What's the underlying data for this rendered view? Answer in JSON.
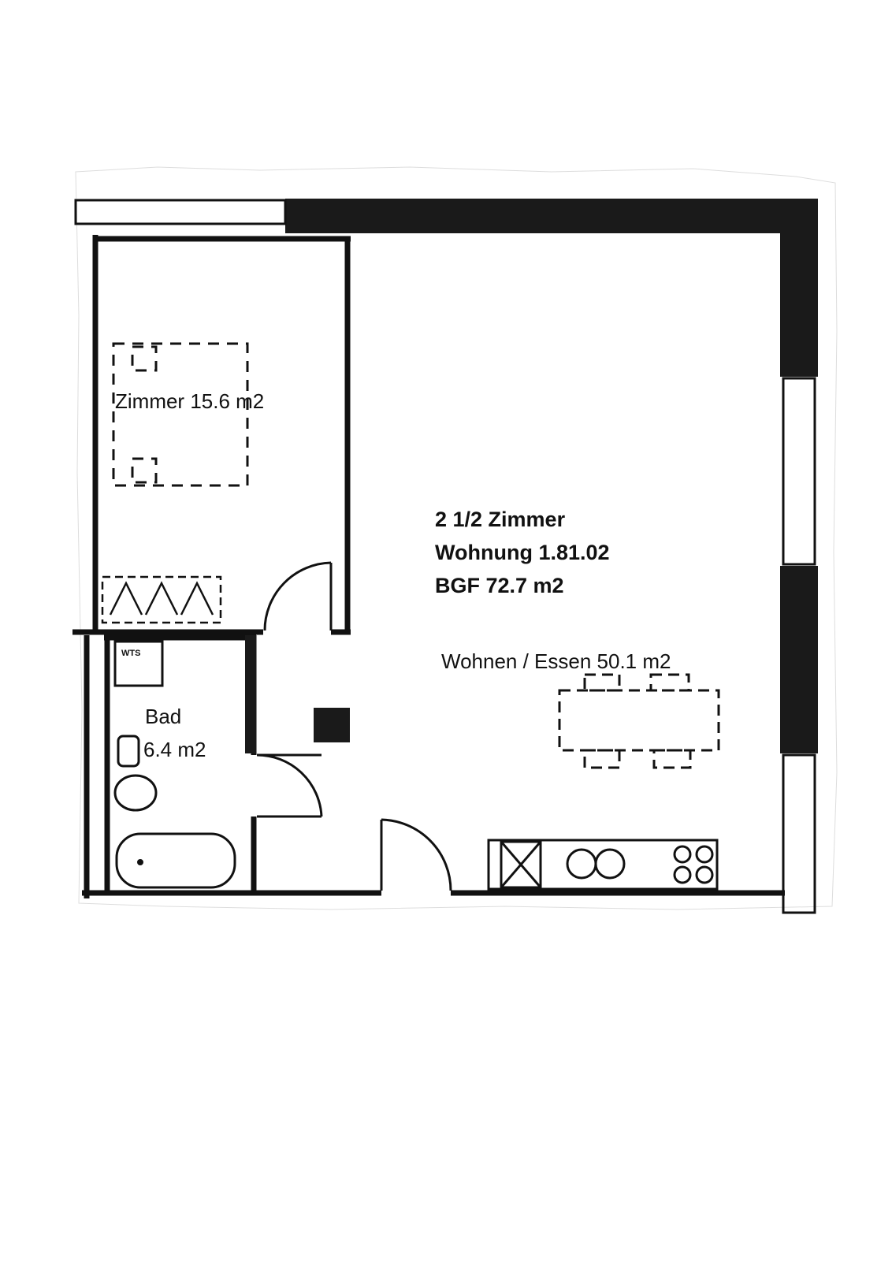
{
  "plan": {
    "unit_title": "2 1/2 Zimmer",
    "unit_number": "Wohnung 1.81.02",
    "gross_area": "BGF 72.7 m2",
    "rooms": [
      {
        "name": "Zimmer",
        "area": "Zimmer 15.6 m2"
      },
      {
        "name": "Bad",
        "area": "6.4 m2"
      },
      {
        "name": "Wohnen / Essen",
        "area": "Wohnen / Essen 50.1 m2"
      }
    ],
    "fixture_labels": {
      "washer_dryer": "WTS"
    }
  },
  "colors": {
    "ink": "#111111",
    "paper": "#ffffff"
  }
}
